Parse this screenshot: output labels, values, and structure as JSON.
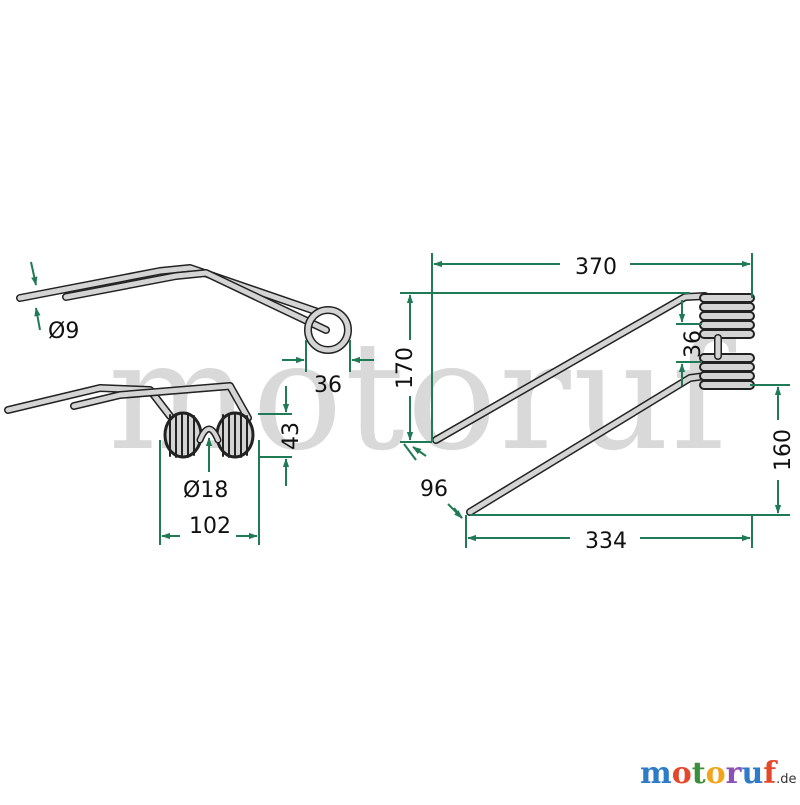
{
  "dimensions": {
    "wire_diameter": "Ø9",
    "bend_width": "36",
    "coil_diameter": "Ø18",
    "coil_height": "43",
    "coil_width": "102",
    "top_length": "370",
    "left_height": "170",
    "tine_gap": "36",
    "offset": "96",
    "right_height": "160",
    "bottom_length": "334"
  },
  "watermark": "motoruf",
  "logo": {
    "letters": [
      "m",
      "o",
      "t",
      "o",
      "r",
      "u",
      "f"
    ],
    "suffix": ".de"
  },
  "colors": {
    "dimension_line": "#1f7a55",
    "part_fill": "#d4d4d4",
    "part_outline": "#222222",
    "watermark": "#d9d9d9",
    "logo_letters": [
      "#2e7cc7",
      "#e4472b",
      "#3a8f3a",
      "#f2a51a",
      "#8c4fb5",
      "#2e7cc7",
      "#e4472b"
    ]
  }
}
